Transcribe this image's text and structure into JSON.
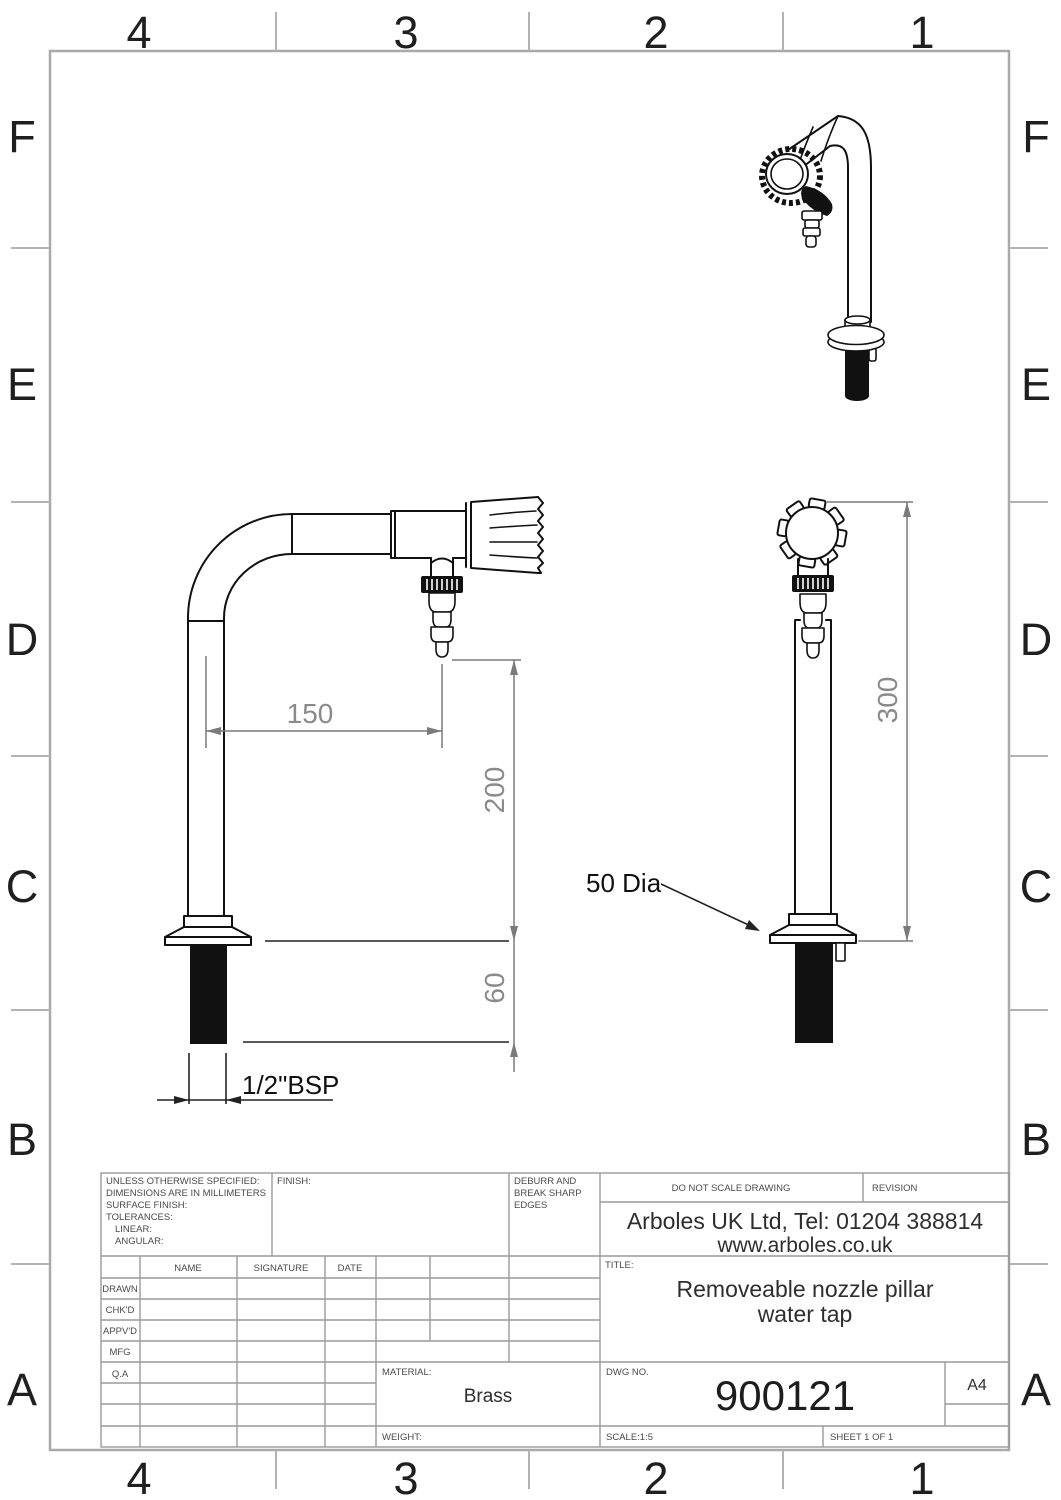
{
  "grid": {
    "cols": [
      "4",
      "3",
      "2",
      "1"
    ],
    "rows": [
      "F",
      "E",
      "D",
      "C",
      "B",
      "A"
    ]
  },
  "drawing": {
    "dimensions": {
      "reach": "150",
      "height_above": "200",
      "thread_length": "60",
      "thread_size": "1/2\"BSP",
      "overall_height": "300",
      "flange_dia": "50 Dia"
    }
  },
  "title_block": {
    "spec_lines": [
      "UNLESS OTHERWISE SPECIFIED:",
      "DIMENSIONS ARE IN MILLIMETERS",
      "SURFACE FINISH:",
      "TOLERANCES:",
      "LINEAR:",
      "ANGULAR:"
    ],
    "finish_label": "FINISH:",
    "deburr_lines": [
      "DEBURR AND",
      "BREAK SHARP",
      "EDGES"
    ],
    "do_not_scale": "DO NOT SCALE DRAWING",
    "revision_label": "REVISION",
    "company_line1": "Arboles UK Ltd, Tel: 01204 388814",
    "company_line2": "www.arboles.co.uk",
    "title_label": "TITLE:",
    "title_line1": "Removeable nozzle pillar",
    "title_line2": "water tap",
    "col_headers": [
      "NAME",
      "SIGNATURE",
      "DATE"
    ],
    "row_labels": [
      "DRAWN",
      "CHK'D",
      "APPV'D",
      "MFG",
      "Q.A"
    ],
    "material_label": "MATERIAL:",
    "material_value": "Brass",
    "weight_label": "WEIGHT:",
    "dwg_no_label": "DWG NO.",
    "dwg_no": "900121",
    "paper_size": "A4",
    "scale": "SCALE:1:5",
    "sheet": "SHEET 1 OF 1"
  }
}
